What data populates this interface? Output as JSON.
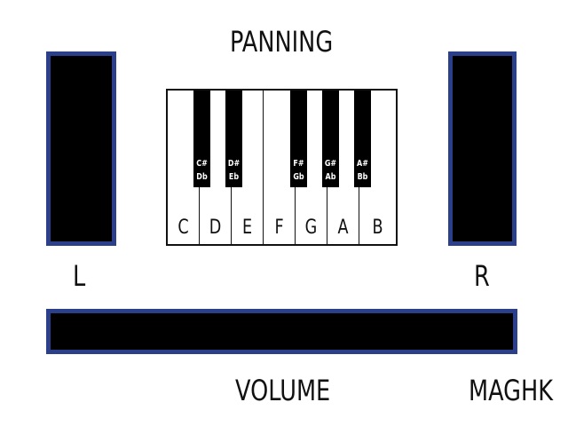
{
  "panning": {
    "title": "PANNING",
    "left_label": "L",
    "right_label": "R"
  },
  "volume": {
    "title": "VOLUME"
  },
  "brand": "MAGHK",
  "keyboard": {
    "white_keys": [
      "C",
      "D",
      "E",
      "F",
      "G",
      "A",
      "B"
    ],
    "black_keys": [
      {
        "sharp": "C#",
        "flat": "Db"
      },
      {
        "sharp": "D#",
        "flat": "Eb"
      },
      {
        "sharp": "F#",
        "flat": "Gb"
      },
      {
        "sharp": "G#",
        "flat": "Ab"
      },
      {
        "sharp": "A#",
        "flat": "Bb"
      }
    ]
  },
  "colors": {
    "meter_border": "#2c3f8a",
    "meter_fill": "#000000",
    "key_black": "#000000",
    "key_white": "#ffffff"
  }
}
